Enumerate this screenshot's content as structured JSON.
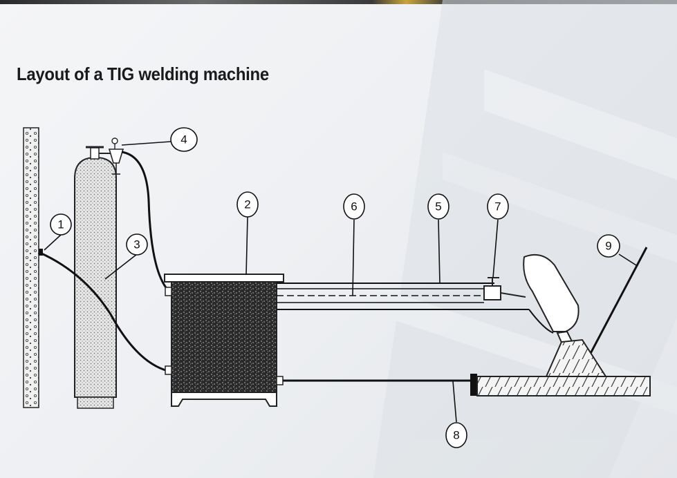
{
  "title": "Layout of a TIG welding machine",
  "labels": {
    "l1": "1",
    "l2": "2",
    "l3": "3",
    "l4": "4",
    "l5": "5",
    "l6": "6",
    "l7": "7",
    "l8": "8",
    "l9": "9"
  }
}
